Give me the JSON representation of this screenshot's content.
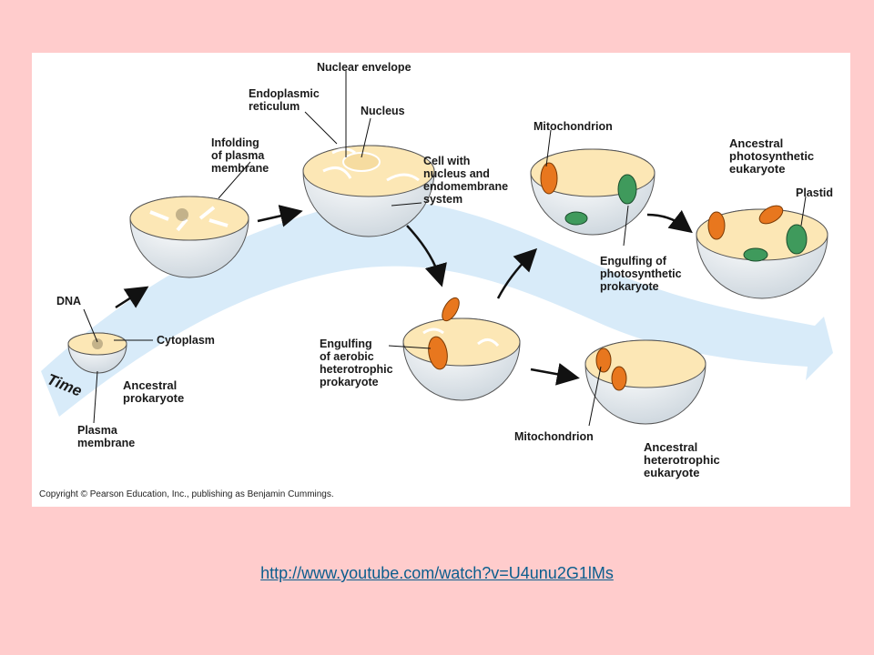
{
  "diagram": {
    "labels": {
      "nuclear_envelope": "Nuclear envelope",
      "endoplasmic_reticulum": "Endoplasmic\nreticulum",
      "nucleus": "Nucleus",
      "infolding": "Infolding\nof plasma\nmembrane",
      "cell_with_nucleus": "Cell with\nnucleus and\nendomembrane\nsystem",
      "mitochondrion_top": "Mitochondrion",
      "ancestral_photosynthetic": "Ancestral\nphotosynthetic\neukaryote",
      "plastid": "Plastid",
      "engulfing_photosynthetic": "Engulfing of\nphotosynthetic\nprokaryote",
      "dna": "DNA",
      "cytoplasm": "Cytoplasm",
      "time": "Time",
      "ancestral_prokaryote": "Ancestral\nprokaryote",
      "plasma_membrane": "Plasma\nmembrane",
      "engulfing_aerobic": "Engulfing\nof aerobic\nheterotrophic\nprokaryote",
      "mitochondrion_bottom": "Mitochondrion",
      "ancestral_heterotrophic": "Ancestral\nheterotrophic\neukaryote"
    },
    "copyright": "Copyright © Pearson Education, Inc., publishing as Benjamin Cummings."
  },
  "link": {
    "text": "http://www.youtube.com/watch?v=U4unu2G1lMs"
  },
  "colors": {
    "background": "#ffcccc",
    "cell_top": "#fce7b5",
    "cell_body": "#e9eef2",
    "mitochondrion": "#e8771e",
    "plastid": "#3f9a5c",
    "flow_band": "#cfe6f7",
    "link": "#0b5e8e"
  },
  "icons": [
    "arrow-icon"
  ]
}
